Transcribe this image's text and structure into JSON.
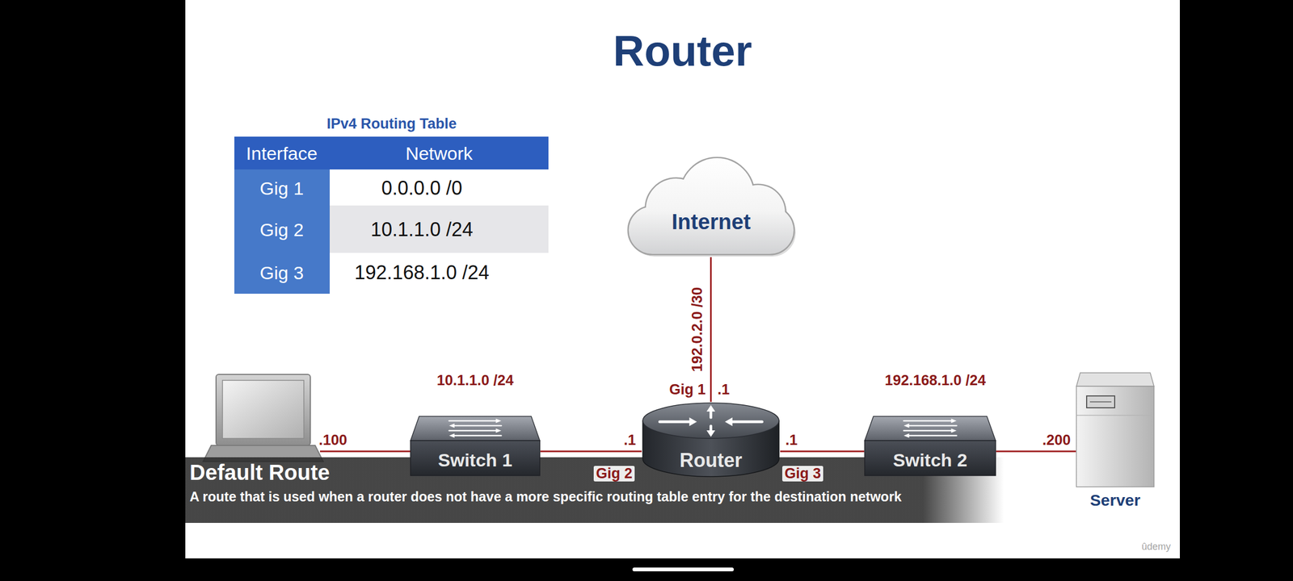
{
  "diagram": {
    "title": "Router",
    "nodes": [
      {
        "text": [
          "Internet"
        ]
      },
      {
        "text": [
          "Switch 1"
        ]
      },
      {
        "text": [
          "Router"
        ]
      },
      {
        "text": [
          "Switch 2"
        ]
      },
      {
        "text": [
          "Server"
        ]
      },
      {
        "text": [
          "Default Route",
          "A route that is used when a router does not have a more specific routing table entry for the destination network"
        ]
      }
    ],
    "edges": [
      {
        "from": 0,
        "to": 2,
        "arrow": "none",
        "label": "192.0.2.0 /30"
      },
      {
        "from": 1,
        "to": 2,
        "arrow": "none"
      },
      {
        "from": 2,
        "to": 3,
        "arrow": "none"
      },
      {
        "from": 3,
        "to": 4,
        "arrow": "none"
      }
    ],
    "labels": [
      "IPv4 Routing Table",
      "Interface",
      "Network",
      "Gig 1",
      "0.0.0.0 /0",
      "Gig 2",
      "10.1.1.0 /24",
      "Gig 3",
      "192.168.1.0 /24",
      "10.1.1.0 /24",
      "192.168.1.0 /24",
      "Gig 1",
      ".1",
      ".100",
      ".1",
      "Gig 2",
      ".1",
      "Gig 3",
      ".200",
      "ûdemy"
    ]
  }
}
